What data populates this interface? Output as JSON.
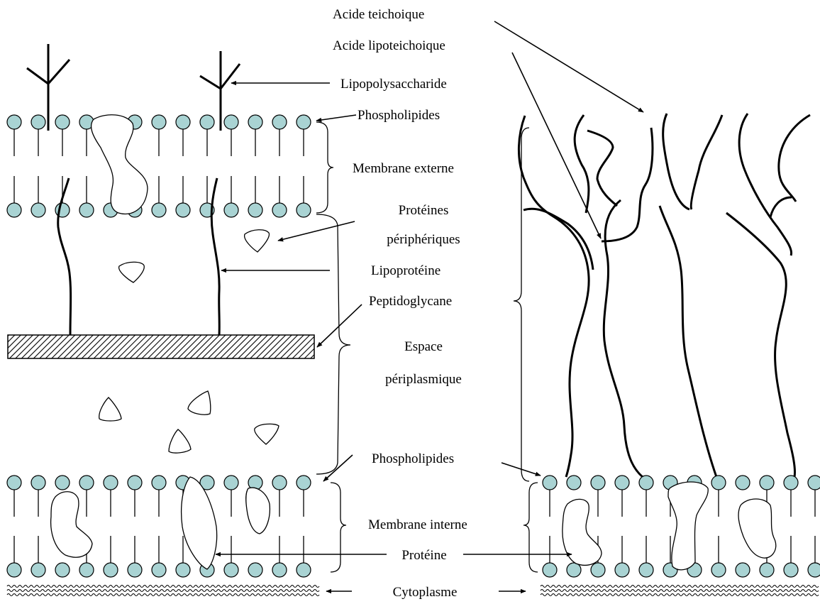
{
  "labels": {
    "acide_teichoique": "Acide teichoique",
    "acide_lipoteichoique": "Acide lipoteichoique",
    "lipopolysaccharide": "Lipopolysaccharide",
    "phospholipides_top": "Phospholipides",
    "membrane_externe": "Membrane externe",
    "proteines_line1": "Protéines",
    "proteines_line2": "périphériques",
    "lipoproteine": "Lipoprotéine",
    "peptidoglycane": "Peptidoglycane",
    "espace_line1": "Espace",
    "espace_line2": "périplasmique",
    "phospholipides_bottom": "Phospholipides",
    "membrane_interne": "Membrane interne",
    "proteine": "Protéine",
    "cytoplasme": "Cytoplasme"
  },
  "colors": {
    "phospholipid_head": "#a9d3d3",
    "line": "#000000",
    "background": "#ffffff"
  }
}
